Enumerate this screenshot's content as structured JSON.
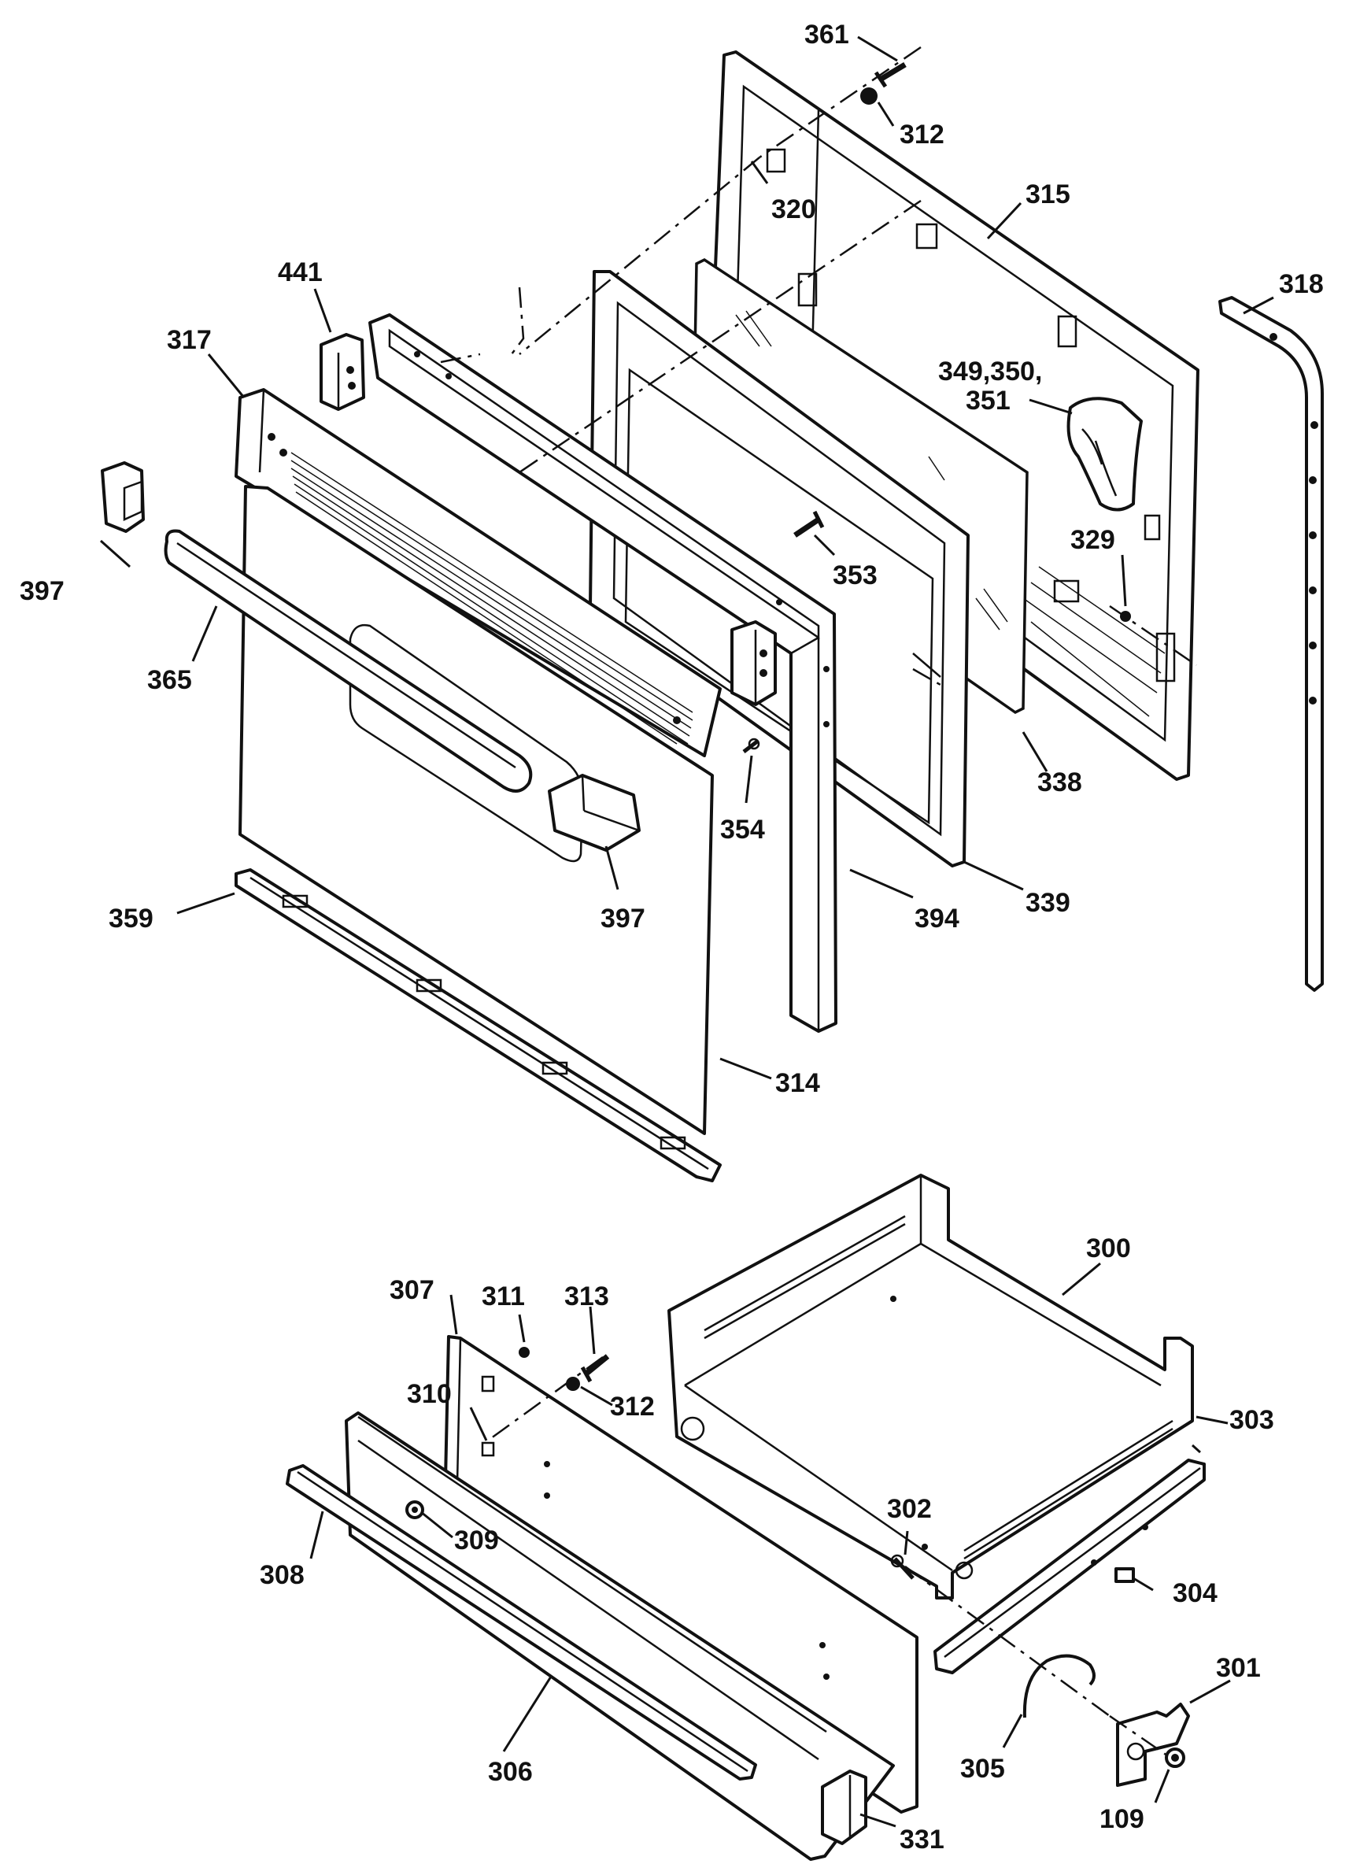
{
  "callouts": [
    {
      "id": "361",
      "text": "361"
    },
    {
      "id": "312a",
      "text": "312"
    },
    {
      "id": "315",
      "text": "315"
    },
    {
      "id": "320",
      "text": "320"
    },
    {
      "id": "318",
      "text": "318"
    },
    {
      "id": "441",
      "text": "441"
    },
    {
      "id": "317",
      "text": "317"
    },
    {
      "id": "349",
      "text": "349,350,"
    },
    {
      "id": "351",
      "text": "351"
    },
    {
      "id": "397a",
      "text": "397"
    },
    {
      "id": "329",
      "text": "329"
    },
    {
      "id": "353",
      "text": "353"
    },
    {
      "id": "365",
      "text": "365"
    },
    {
      "id": "354",
      "text": "354"
    },
    {
      "id": "338",
      "text": "338"
    },
    {
      "id": "359",
      "text": "359"
    },
    {
      "id": "397b",
      "text": "397"
    },
    {
      "id": "394",
      "text": "394"
    },
    {
      "id": "339",
      "text": "339"
    },
    {
      "id": "314",
      "text": "314"
    },
    {
      "id": "300",
      "text": "300"
    },
    {
      "id": "307",
      "text": "307"
    },
    {
      "id": "311",
      "text": "311"
    },
    {
      "id": "313",
      "text": "313"
    },
    {
      "id": "312b",
      "text": "312"
    },
    {
      "id": "310",
      "text": "310"
    },
    {
      "id": "303",
      "text": "303"
    },
    {
      "id": "302",
      "text": "302"
    },
    {
      "id": "309",
      "text": "309"
    },
    {
      "id": "308",
      "text": "308"
    },
    {
      "id": "304",
      "text": "304"
    },
    {
      "id": "301",
      "text": "301"
    },
    {
      "id": "305",
      "text": "305"
    },
    {
      "id": "306",
      "text": "306"
    },
    {
      "id": "109",
      "text": "109"
    },
    {
      "id": "331",
      "text": "331"
    }
  ]
}
